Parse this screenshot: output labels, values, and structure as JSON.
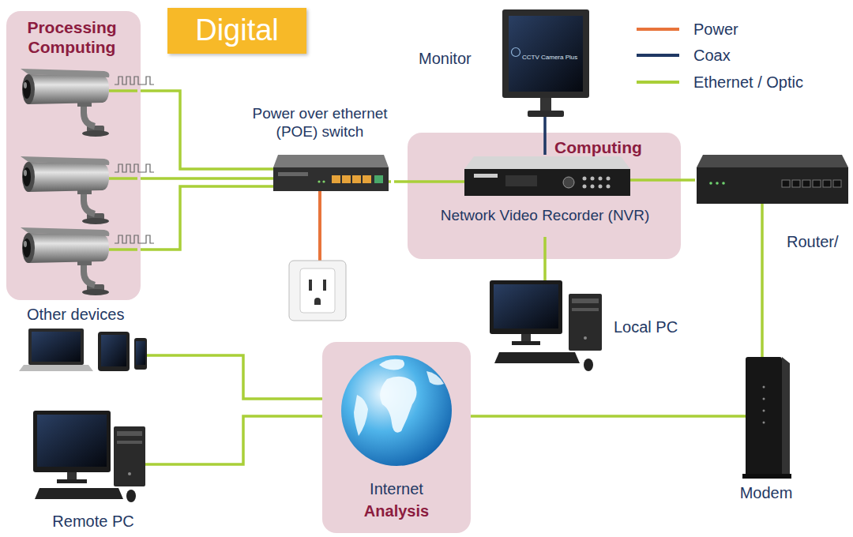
{
  "diagram": {
    "title": "Digital",
    "nodes": [
      {
        "text": [
          "Processing Computing"
        ]
      },
      {
        "text": [
          "Monitor"
        ]
      },
      {
        "text": [
          "Power over ethernet (POE) switch"
        ]
      },
      {
        "text": [
          "Computing"
        ]
      },
      {
        "text": [
          "Network Video Recorder (NVR)"
        ],
        "in": 3
      },
      {
        "text": [
          "Router/"
        ]
      },
      {
        "text": [
          "Other devices"
        ]
      },
      {
        "text": [
          "Local PC"
        ]
      },
      {
        "text": [
          "Internet",
          "Analysis"
        ]
      },
      {
        "text": [
          "Remote PC"
        ]
      },
      {
        "text": [
          "Modem"
        ]
      }
    ],
    "edges": [
      {
        "from": 0,
        "to": 2,
        "arrow": "none"
      },
      {
        "from": 0,
        "to": 2,
        "arrow": "none"
      },
      {
        "from": 0,
        "to": 2,
        "arrow": "none"
      },
      {
        "from": 2,
        "to": 4,
        "arrow": "none"
      },
      {
        "from": 4,
        "to": 1,
        "arrow": "none"
      },
      {
        "from": 4,
        "to": 5,
        "arrow": "none"
      },
      {
        "from": 4,
        "to": 7,
        "arrow": "none"
      },
      {
        "from": 5,
        "to": 10,
        "arrow": "none"
      },
      {
        "from": 10,
        "to": 8,
        "arrow": "none"
      },
      {
        "from": 6,
        "to": 8,
        "arrow": "none"
      },
      {
        "from": 9,
        "to": 8,
        "arrow": "none"
      }
    ],
    "labels": [
      "CCTV Camera Plus"
    ],
    "legend": [
      {
        "text": "Power"
      },
      {
        "text": "Coax"
      },
      {
        "text": "Ethernet / Optic"
      }
    ]
  }
}
